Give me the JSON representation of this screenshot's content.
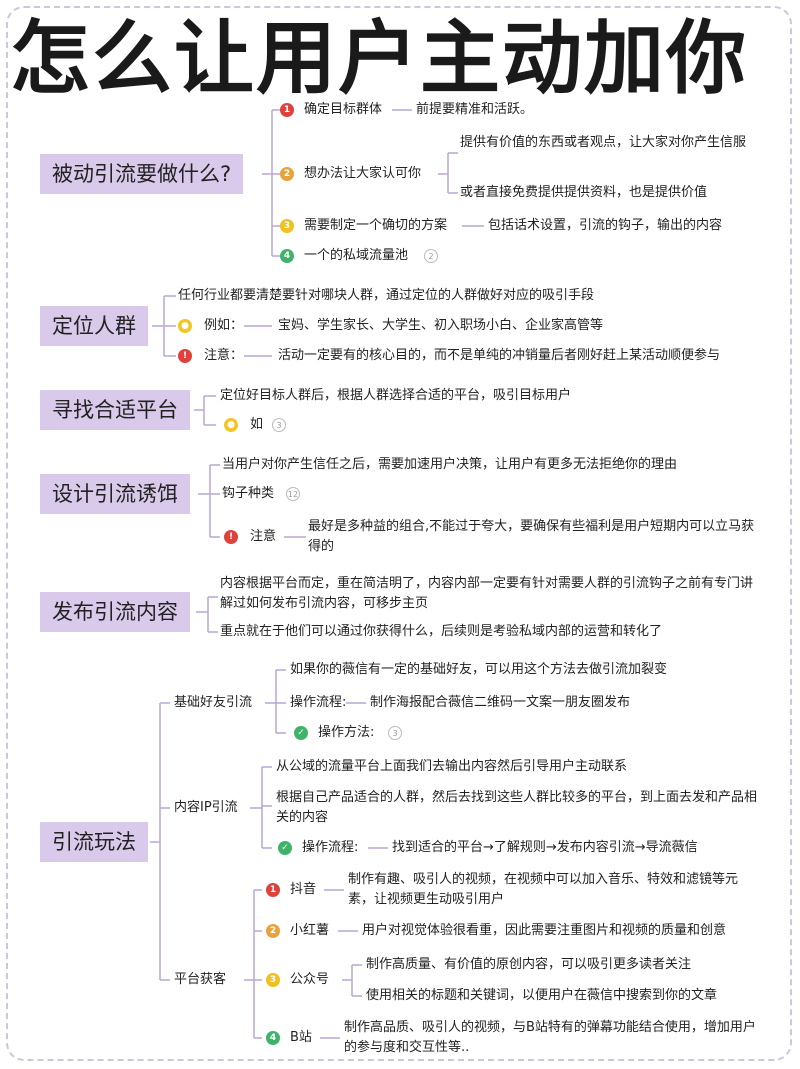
{
  "title": "怎么让用户主动加你",
  "sections": {
    "s1": {
      "label": "被动引流要做什么?",
      "i1": "确定目标群体",
      "i1_detail": "前提要精准和活跃。",
      "i2": "想办法让大家认可你",
      "i2_d1": "提供有价值的东西或者观点，让大家对你产生信服",
      "i2_d2": "或者直接免费提供提供资料，也是提供价值",
      "i3": "需要制定一个确切的方案",
      "i3_detail": "包括话术设置，引流的钩子，输出的内容",
      "i4": "一个的私域流量池",
      "i4_badge": "2"
    },
    "s2": {
      "label": "定位人群",
      "d1": "任何行业都要清楚要针对哪块人群，通过定位的人群做好对应的吸引手段",
      "ex_label": "例如：",
      "ex": "宝妈、学生家长、大学生、初入职场小白、企业家高管等",
      "note_label": "注意：",
      "note": "活动一定要有的核心目的，而不是单纯的冲销量后者刚好赶上某活动顺便参与"
    },
    "s3": {
      "label": "寻找合适平台",
      "d1": "定位好目标人群后，根据人群选择合适的平台，吸引目标用户",
      "ru": "如",
      "ru_badge": "3"
    },
    "s4": {
      "label": "设计引流诱饵",
      "d1": "当用户对你产生信任之后，需要加速用户决策，让用户有更多无法拒绝你的理由",
      "hook": "钩子种类",
      "hook_badge": "12",
      "note_label": "注意",
      "note": "最好是多种益的组合,不能过于夸大，要确保有些福利是用户短期内可以立马获得的"
    },
    "s5": {
      "label": "发布引流内容",
      "d1": "内容根据平台而定，重在简洁明了，内容内部一定要有针对需要人群的引流钩子之前有专门讲解过如何发布引流内容，可移步主页",
      "d2": "重点就在于他们可以通过你获得什么，后续则是考验私域内部的运营和转化了"
    },
    "s6": {
      "label": "引流玩法",
      "b1": "基础好友引流",
      "b1_d1": "如果你的薇信有一定的基础好友，可以用这个方法去做引流加裂变",
      "b1_flow_label": "操作流程:",
      "b1_flow": "制作海报配合薇信二维码一文案一朋友圈发布",
      "b1_method": "操作方法:",
      "b1_badge": "3",
      "b2": "内容IP引流",
      "b2_d1": "从公域的流量平台上面我们去输出内容然后引导用户主动联系",
      "b2_d2": "根据自己产品适合的人群，然后去找到这些人群比较多的平台，到上面去发和产品相关的内容",
      "b2_flow_label": "操作流程:",
      "b2_flow": "找到适合的平台→了解规则→发布内容引流→导流薇信",
      "b3": "平台获客",
      "p1": "抖音",
      "p1_d": "制作有趣、吸引人的视频，在视频中可以加入音乐、特效和滤镜等元素，让视频更生动吸引用户",
      "p2": "小红薯",
      "p2_d": "用户对视觉体验很看重，因此需要注重图片和视频的质量和创意",
      "p3": "公众号",
      "p3_d1": "制作高质量、有价值的原创内容，可以吸引更多读者关注",
      "p3_d2": "使用相关的标题和关键词，以便用户在薇信中搜索到你的文章",
      "p4": "B站",
      "p4_d": "制作高品质、吸引人的视频，与B站特有的弹幕功能结合使用，增加用户的参与度和交互性等.."
    }
  },
  "icons": {
    "n1": "1",
    "n2": "2",
    "n3": "3",
    "n4": "4",
    "excl": "!",
    "check": "✓",
    "bulb": "●"
  },
  "colors": {
    "category_bg": "#d9c9ea",
    "line": "#b9a6d2"
  }
}
